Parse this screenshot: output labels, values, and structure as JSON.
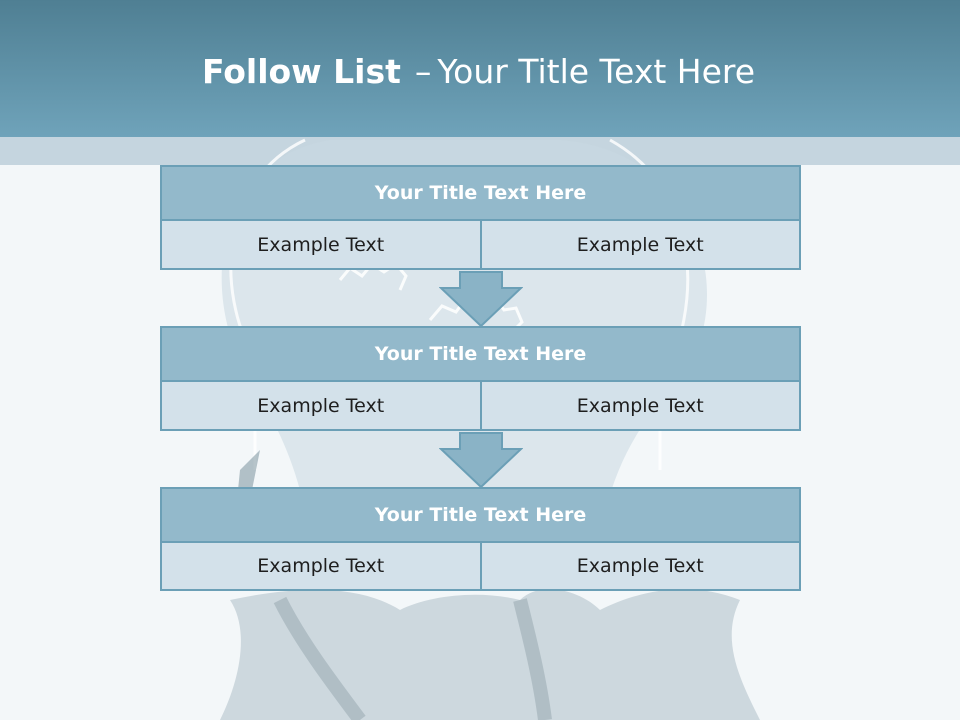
{
  "slide": {
    "title_bold": "Follow List",
    "title_dash": "–",
    "title_rest": "Your Title Text Here"
  },
  "blocks": [
    {
      "title": "Your Title Text Here",
      "left": "Example Text",
      "right": "Example Text"
    },
    {
      "title": "Your Title Text Here",
      "left": "Example Text",
      "right": "Example Text"
    },
    {
      "title": "Your Title Text Here",
      "left": "Example Text",
      "right": "Example Text"
    }
  ],
  "colors": {
    "header": "#5f91a7",
    "box_head": "#93b9cb",
    "box_cell": "#d3e1ea",
    "border": "#6b9fb6",
    "arrow": "#8ab3c6"
  }
}
